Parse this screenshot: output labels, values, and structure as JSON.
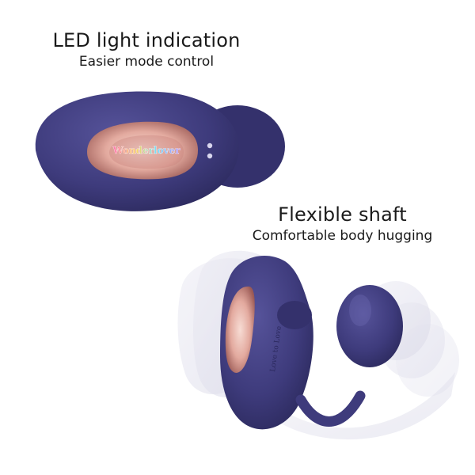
{
  "captions": {
    "led": {
      "heading": "LED light indication",
      "sub": "Easier mode control"
    },
    "flex": {
      "heading": "Flexible shaft",
      "sub": "Comfortable body hugging"
    }
  },
  "device": {
    "logo_text": "Wonderlover",
    "engraving": "Love to Love"
  },
  "colors": {
    "body": "#3e3b7c",
    "body_dark": "#2c2a5e",
    "body_light": "#5a57a0",
    "inner": "#e9b9b0",
    "ghost": "#c9c8dd"
  }
}
